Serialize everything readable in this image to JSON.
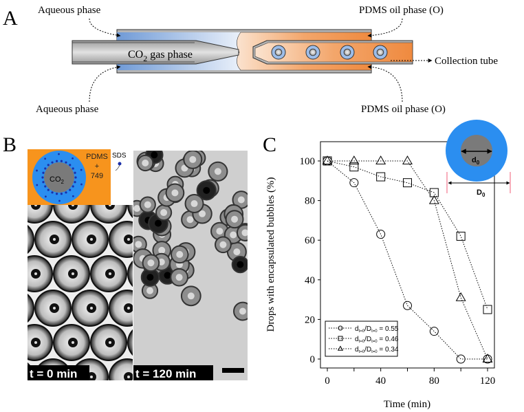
{
  "panel_a": {
    "letter": "A",
    "aqueous_top": "Aqueous phase",
    "aqueous_bottom": "Aqueous phase",
    "oil_top": "PDMS oil phase (O)",
    "oil_bottom": "PDMS oil phase (O)",
    "gas_label": "CO",
    "gas_sub": "2",
    "gas_rest": " gas phase",
    "collection": "Collection tube"
  },
  "panel_b": {
    "letter": "B",
    "inset_core": "CO",
    "inset_core_sub": "2",
    "inset_oil_1": "PDMS",
    "inset_oil_2": "+",
    "inset_oil_3": "749",
    "surfactant": "SDS",
    "label_left": "t = 0 min",
    "label_right": "t = 120 min"
  },
  "panel_c": {
    "letter": "C",
    "inner_d": "d",
    "inner_d_sub": "0",
    "outer_d": "D",
    "outer_d_sub": "0"
  },
  "colors": {
    "blue": "#2b8ef0",
    "orange": "#f7941d",
    "gray": "#7a7a7a"
  },
  "chart_data": {
    "type": "scatter",
    "xlabel": "Time (min)",
    "ylabel": "Drops with encapsulated bubbles (%)",
    "xlim": [
      -3,
      125
    ],
    "ylim": [
      -5,
      110
    ],
    "xticks": [
      0,
      40,
      80,
      120
    ],
    "yticks": [
      0,
      20,
      40,
      60,
      80,
      100
    ],
    "legend_position": "bottom-left",
    "series": [
      {
        "name": "d_t=0/D_t=0 = 0.55",
        "prefix": "d",
        "sub1": "t=0",
        "mid": "/D",
        "sub2": "t=0",
        "suffix": " = 0.55",
        "marker": "circle",
        "x": [
          0,
          20,
          40,
          60,
          80,
          100,
          120
        ],
        "y": [
          100,
          89,
          63,
          27,
          14,
          0,
          0
        ]
      },
      {
        "name": "d_t=0/D_t=0 = 0.46",
        "prefix": "d",
        "sub1": "t=0",
        "mid": "/D",
        "sub2": "t=0",
        "suffix": " = 0.46",
        "marker": "square",
        "x": [
          0,
          20,
          40,
          60,
          80,
          100,
          120
        ],
        "y": [
          100,
          97,
          92,
          89,
          84,
          62,
          25
        ]
      },
      {
        "name": "d_t=0/D_t=0 = 0.34",
        "prefix": "d",
        "sub1": "t=0",
        "mid": "/D",
        "sub2": "t=0",
        "suffix": " = 0.34",
        "marker": "triangle",
        "x": [
          0,
          20,
          40,
          60,
          80,
          100,
          120
        ],
        "y": [
          100,
          100,
          100,
          100,
          80,
          31,
          0
        ]
      }
    ]
  }
}
